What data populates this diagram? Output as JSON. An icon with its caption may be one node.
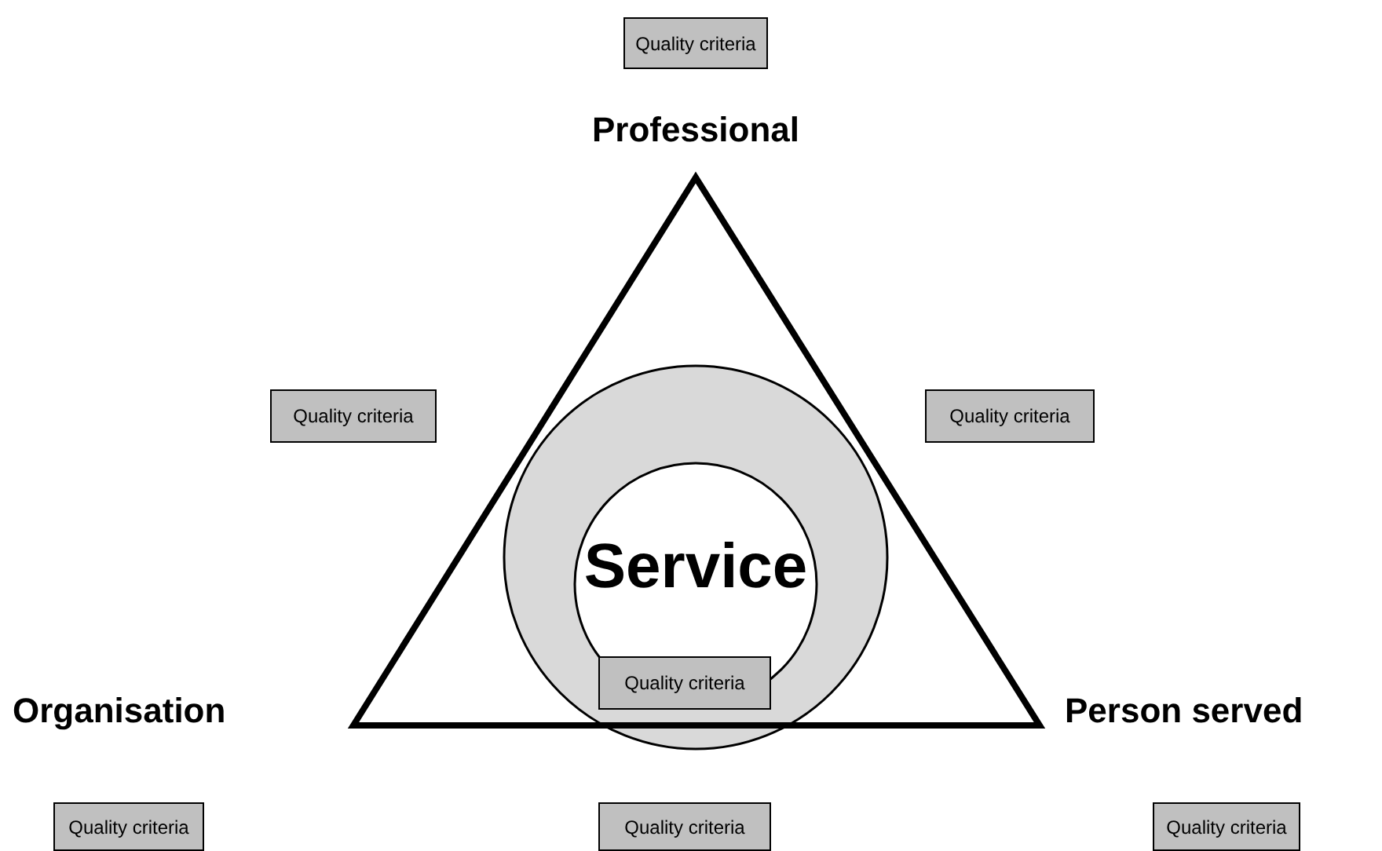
{
  "diagram": {
    "nodes": [
      {
        "text": [
          "Quality criteria"
        ]
      },
      {
        "text": [
          "Quality criteria"
        ]
      },
      {
        "text": [
          "Quality criteria"
        ]
      },
      {
        "text": [
          "Service"
        ]
      },
      {
        "text": [
          "Quality criteria"
        ],
        "in": 3
      },
      {
        "text": [
          "Quality criteria"
        ]
      },
      {
        "text": [
          "Quality criteria"
        ]
      },
      {
        "text": [
          "Quality criteria"
        ]
      }
    ],
    "labels": [
      "Professional",
      "Organisation",
      "Person served"
    ]
  }
}
